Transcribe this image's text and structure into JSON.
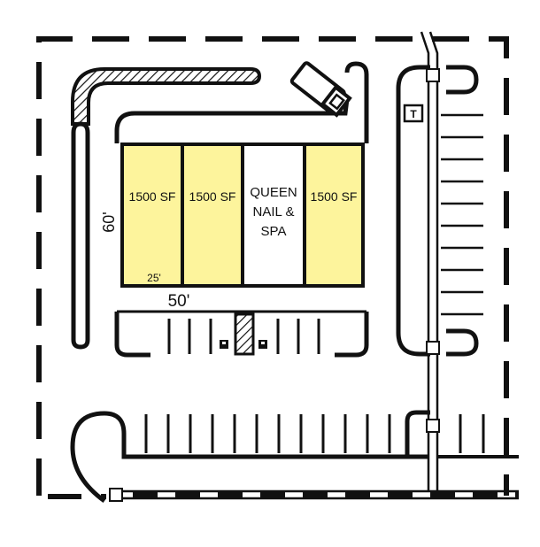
{
  "colors": {
    "background": "#ffffff",
    "line": "#111111",
    "available_unit": "#fdf49c",
    "leased_unit": "#ffffff"
  },
  "units": [
    {
      "label": "1500 SF",
      "status": "available"
    },
    {
      "label": "1500 SF",
      "status": "available"
    },
    {
      "label_lines": [
        "QUEEN",
        "NAIL &",
        "SPA"
      ],
      "status": "leased"
    },
    {
      "label": "1500 SF",
      "status": "available"
    }
  ],
  "dimensions": {
    "depth": "60'",
    "width": "50'",
    "unit_width": "25'"
  },
  "transformer_label": "T",
  "icons": [
    "accessible-parking-icon",
    "accessible-parking-icon",
    "monument-sign-icon",
    "pad-mounted-transformer-icon"
  ]
}
